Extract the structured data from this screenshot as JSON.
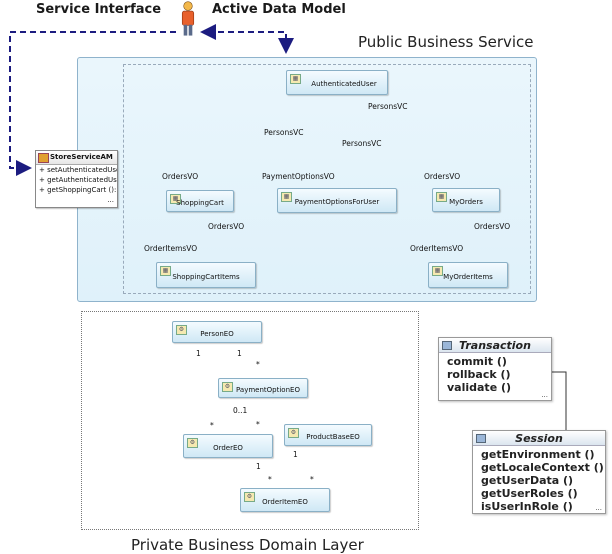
{
  "headings": {
    "service_interface": "Service Interface",
    "active_data_model": "Active Data Model"
  },
  "regions": {
    "public": "Public Business Service",
    "private": "Private Business Domain Layer"
  },
  "app_module": {
    "name": "StoreServiceAM",
    "methods": [
      "+ setAuthenticatedUse",
      "+ getAuthenticatedUse",
      "+ getShoppingCart ():"
    ],
    "more": "..."
  },
  "view_objects": {
    "authenticated_user": "AuthenticatedUser",
    "shopping_cart": "ShoppingCart",
    "payment_options_for_user": "PaymentOptionsForUser",
    "my_orders": "MyOrders",
    "shopping_cart_items": "ShoppingCartItems",
    "my_order_items": "MyOrderItems"
  },
  "vo_edge_labels": {
    "persons_vc_right": "PersonsVC",
    "persons_vc_left": "PersonsVC",
    "persons_vc_mid": "PersonsVC",
    "orders_vo_left": "OrdersVO",
    "payment_options_vo": "PaymentOptionsVO",
    "orders_vo_right": "OrdersVO",
    "order_items_vo_left": "OrderItemsVO",
    "orders_vo_left_lower": "OrdersVO",
    "order_items_vo_right": "OrderItemsVO",
    "orders_vo_right_lower": "OrdersVO"
  },
  "entity_objects": {
    "person": "PersonEO",
    "payment_option": "PaymentOptionEO",
    "order": "OrderEO",
    "product_base": "ProductBaseEO",
    "order_item": "OrderItemEO"
  },
  "multiplicities": {
    "person_order_top": "1",
    "person_payment_top": "1",
    "person_payment_bottom": "*",
    "person_order_bottom": "*",
    "payment_order_top": "0..1",
    "payment_order_bottom": "*",
    "order_item_top": "1",
    "order_item_bottom": "*",
    "product_item_top": "1",
    "product_item_bottom": "*"
  },
  "transaction": {
    "name": "Transaction",
    "methods": [
      "commit ()",
      "rollback ()",
      "validate ()"
    ],
    "more": "..."
  },
  "session": {
    "name": "Session",
    "methods": [
      "getEnvironment ()",
      "getLocaleContext ()",
      "getUserData ()",
      "getUserRoles ()",
      "isUserInRole ()"
    ],
    "more": "..."
  },
  "colors": {
    "interface_wire": "#1c1c80",
    "public_panel": "#dff1fa",
    "person_body": "#e8602c",
    "person_head": "#f3b84a"
  }
}
